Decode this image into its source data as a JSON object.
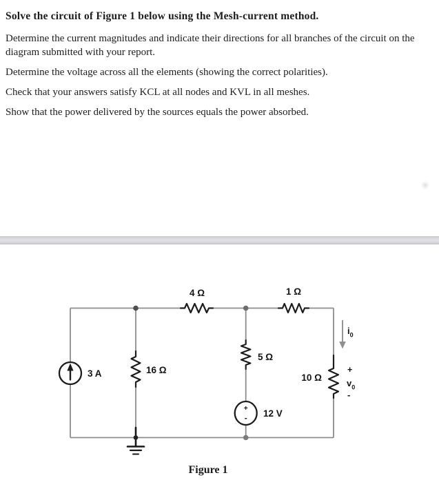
{
  "document": {
    "title": "Solve the circuit of Figure 1 below using the Mesh-current method.",
    "paragraphs": [
      "Determine the current magnitudes and indicate their directions for all branches of the circuit on the diagram submitted with your report.",
      "Determine the voltage across all the elements (showing the correct polarities).",
      "Check that your answers satisfy KCL at all nodes and KVL in all meshes.",
      "Show that the power delivered by the sources equals the power absorbed."
    ]
  },
  "figure": {
    "caption": "Figure 1",
    "labels": {
      "resistor_top_left": "4 Ω",
      "resistor_top_right": "1 Ω",
      "resistor_left_branch": "16 Ω",
      "resistor_mid_branch": "5 Ω",
      "resistor_right_branch": "10 Ω",
      "current_source": "3 A",
      "voltage_source": "12 V",
      "source_plus": "+",
      "source_minus": "-",
      "io_main": "i",
      "io_sub": "0",
      "vo_plus": "+",
      "vo_main": "v",
      "vo_sub": "0",
      "vo_minus": "-"
    },
    "colors": {
      "wire": "#8c8c8c",
      "component": "#1c1c1c",
      "label": "#141414",
      "arrow": "#8f8f8f"
    }
  }
}
